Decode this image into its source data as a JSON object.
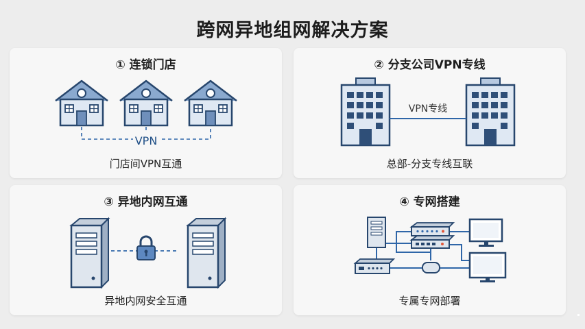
{
  "title": "跨网异地组网解决方案",
  "panels": [
    {
      "title": "① 连锁门店",
      "caption": "门店间VPN互通",
      "link_label": "VPN"
    },
    {
      "title": "② 分支公司VPN专线",
      "caption": "总部-分支专线互联",
      "link_label": "VPN专线"
    },
    {
      "title": "③ 异地内网互通",
      "caption": "异地内网安全互通"
    },
    {
      "title": "④ 专网搭建",
      "caption": "专属专网部署"
    }
  ],
  "colors": {
    "accent": "#2f66a8",
    "fill": "#dfe8f3",
    "stroke": "#27466d",
    "background": "#ededed"
  },
  "icons": [
    "house-icon",
    "office-building-icon",
    "server-tower-icon",
    "padlock-icon",
    "network-switch-icon",
    "router-icon",
    "monitor-icon"
  ]
}
